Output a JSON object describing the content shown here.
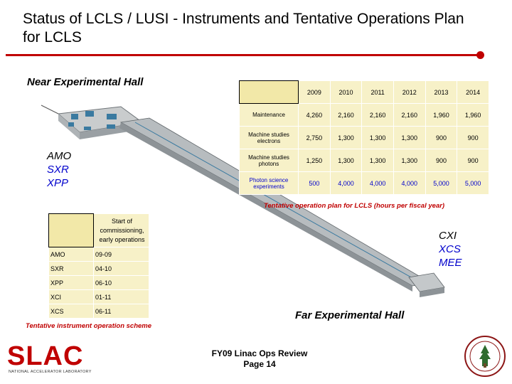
{
  "title": "Status of LCLS / LUSI - Instruments and Tentative Operations Plan for LCLS",
  "near_hall": {
    "label": "Near Experimental Hall",
    "instruments": [
      "AMO",
      "SXR",
      "XPP"
    ]
  },
  "far_hall": {
    "label": "Far Experimental Hall",
    "instruments": [
      "CXI",
      "XCS",
      "MEE"
    ]
  },
  "plan_table": {
    "years": [
      "2009",
      "2010",
      "2011",
      "2012",
      "2013",
      "2014"
    ],
    "rows": [
      {
        "label": "Maintenance",
        "values": [
          "4,260",
          "2,160",
          "2,160",
          "2,160",
          "1,960",
          "1,960"
        ]
      },
      {
        "label": "Machine studies electrons",
        "values": [
          "2,750",
          "1,300",
          "1,300",
          "1,300",
          "900",
          "900"
        ]
      },
      {
        "label": "Machine studies photons",
        "values": [
          "1,250",
          "1,300",
          "1,300",
          "1,300",
          "900",
          "900"
        ]
      },
      {
        "label": "Photon science experiments",
        "values": [
          "500",
          "4,000",
          "4,000",
          "4,000",
          "5,000",
          "5,000"
        ]
      }
    ],
    "caption": "Tentative operation plan for LCLS (hours per fiscal year)"
  },
  "schedule_table": {
    "header": "Start of commissioning, early operations",
    "rows": [
      {
        "instrument": "AMO",
        "date": "09-09"
      },
      {
        "instrument": "SXR",
        "date": "04-10"
      },
      {
        "instrument": "XPP",
        "date": "06-10"
      },
      {
        "instrument": "XCI",
        "date": "01-11"
      },
      {
        "instrument": "XCS",
        "date": "06-11"
      }
    ],
    "caption": "Tentative instrument operation scheme"
  },
  "footer": {
    "line1": "FY09 Linac Ops Review",
    "line2": "Page 14"
  },
  "logo": {
    "word": "SLAC",
    "sub": "NATIONAL ACCELERATOR LABORATORY"
  },
  "colors": {
    "accent_red": "#c00000",
    "instrument_blue": "#0000cc",
    "table_fill": "#f7f1c8"
  },
  "icons": [
    "slac-logo-icon",
    "stanford-seal-icon"
  ]
}
